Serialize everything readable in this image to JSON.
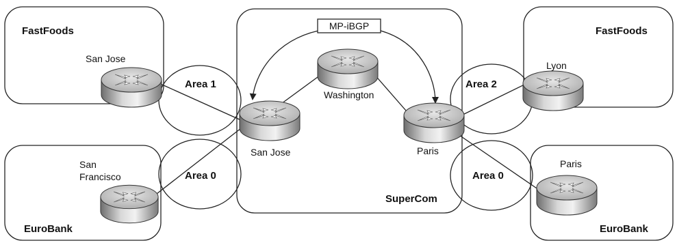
{
  "sites": {
    "left_top_label": "FastFoods",
    "left_bottom_label": "EuroBank",
    "right_top_label": "FastFoods",
    "right_bottom_label": "EuroBank",
    "center_label": "SuperCom"
  },
  "routers": {
    "left_top": "San Jose",
    "left_bottom_line1": "San",
    "left_bottom_line2": "Francisco",
    "center_left": "San Jose",
    "center_top": "Washington",
    "center_right": "Paris",
    "right_top": "Lyon",
    "right_bottom": "Paris"
  },
  "areas": {
    "left_top": "Area 1",
    "left_bottom": "Area 0",
    "right_top": "Area 2",
    "right_bottom": "Area 0"
  },
  "protocol_label": "MP-iBGP",
  "colors": {
    "router_top": "#c9c9c9",
    "router_side": "#8f8f8f",
    "router_highlight": "#ffffff",
    "line": "#222222"
  }
}
